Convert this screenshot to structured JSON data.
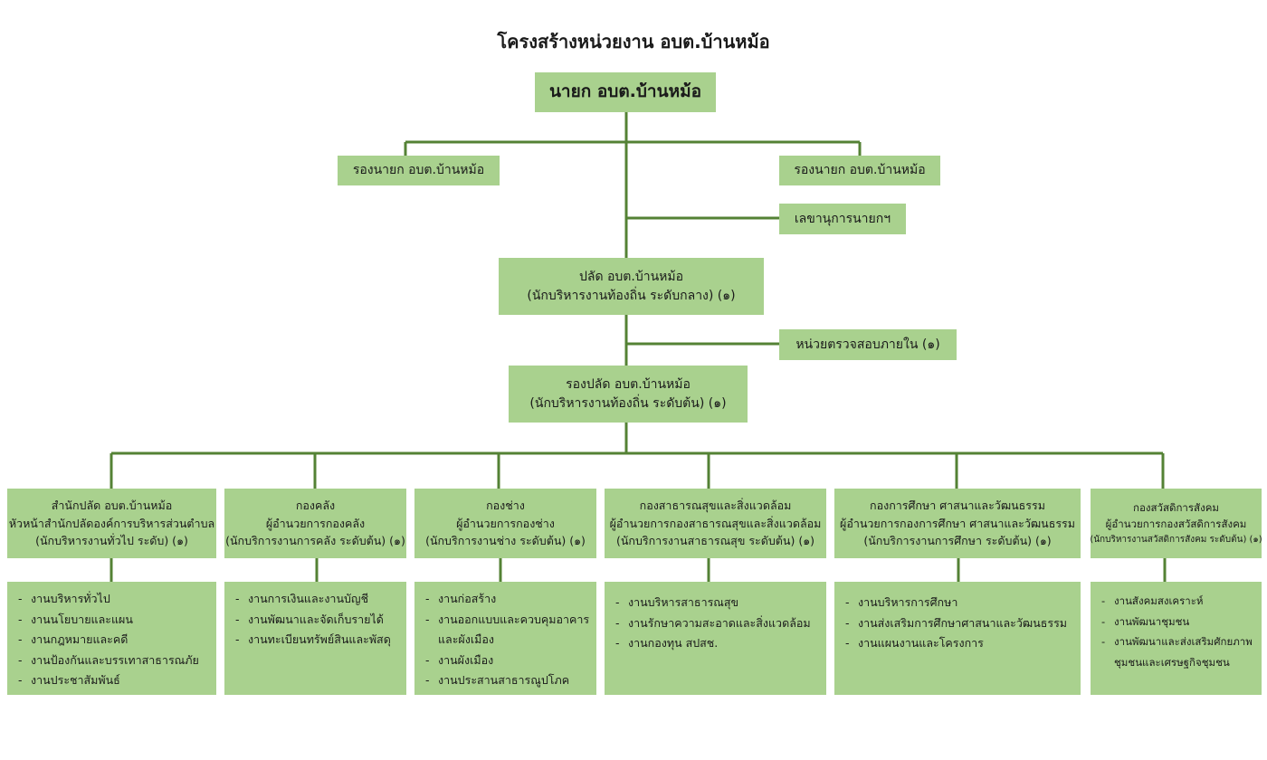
{
  "title": "โครงสร้างหน่วยงาน อบต.บ้านหม้อ",
  "colors": {
    "box": "#a9d18e",
    "line": "#548235"
  },
  "top": {
    "label": "นายก อบต.บ้านหม้อ"
  },
  "vice_left": {
    "label": "รองนายก อบต.บ้านหม้อ"
  },
  "vice_right": {
    "label": "รองนายก อบต.บ้านหม้อ"
  },
  "secretary": {
    "label": "เลขานุการนายกฯ"
  },
  "palad": {
    "line1": "ปลัด อบต.บ้านหม้อ",
    "line2": "(นักบริหารงานท้องถิ่น ระดับกลาง) (๑)"
  },
  "audit": {
    "label": "หน่วยตรวจสอบภายใน (๑)"
  },
  "deputy_palad": {
    "line1": "รองปลัด อบต.บ้านหม้อ",
    "line2": "(นักบริหารงานท้องถิ่น ระดับต้น) (๑)"
  },
  "departments": [
    {
      "name": "สำนักปลัด อบต.บ้านหม้อ",
      "head": "หัวหน้าสำนักปลัดองค์การบริหารส่วนตำบล",
      "rank": "(นักบริหารงานทั่วไป ระดับ) (๑)",
      "tasks": [
        "งานบริหารทั่วไป",
        "งานนโยบายและแผน",
        "งานกฎหมายและคดี",
        "งานป้องกันและบรรเทาสาธารณภัย",
        "งานประชาสัมพันธ์"
      ]
    },
    {
      "name": "กองคลัง",
      "head": "ผู้อำนวยการกองคลัง",
      "rank": "(นักบริการงานการคลัง ระดับต้น) (๑)",
      "tasks": [
        "งานการเงินและงานบัญชี",
        "งานพัฒนาและจัดเก็บรายได้",
        "งานทะเบียนทรัพย์สินและพัสดุ"
      ]
    },
    {
      "name": "กองช่าง",
      "head": "ผู้อำนวยการกองช่าง",
      "rank": "(นักบริการงานช่าง ระดับต้น) (๑)",
      "tasks": [
        "งานก่อสร้าง",
        "งานออกแบบและควบคุมอาคาร",
        "และผังเมือง",
        "งานผังเมือง",
        "งานประสานสาธารณูปโภค"
      ]
    },
    {
      "name": "กองสาธารณสุขและสิ่งแวดล้อม",
      "head": "ผู้อำนวยการกองสาธารณสุขและสิ่งแวดล้อม",
      "rank": "(นักบริการงานสาธารณสุข ระดับต้น) (๑)",
      "tasks": [
        "งานบริหารสาธารณสุข",
        "งานรักษาความสะอาดและสิ่งแวดล้อม",
        "งานกองทุน สปสช."
      ]
    },
    {
      "name": "กองการศึกษา ศาสนาและวัฒนธรรม",
      "head": "ผู้อำนวยการกองการศึกษา ศาสนาและวัฒนธรรม",
      "rank": "(นักบริการงานการศึกษา ระดับต้น) (๑)",
      "tasks": [
        "งานบริหารการศึกษา",
        "งานส่งเสริมการศึกษาศาสนาและวัฒนธรรม",
        "งานแผนงานและโครงการ"
      ]
    },
    {
      "name": "กองสวัสดิการสังคม",
      "head": "ผู้อำนวยการกองสวัสดิการสังคม",
      "rank": "(นักบริหารงานสวัสดิการสังคม ระดับต้น) (๑)",
      "tasks": [
        "งานสังคมสงเคราะห์",
        "งานพัฒนาชุมชน",
        "งานพัฒนาและส่งเสริมศักยภาพ",
        "ชุมชนและเศรษฐกิจชุมชน"
      ]
    }
  ]
}
